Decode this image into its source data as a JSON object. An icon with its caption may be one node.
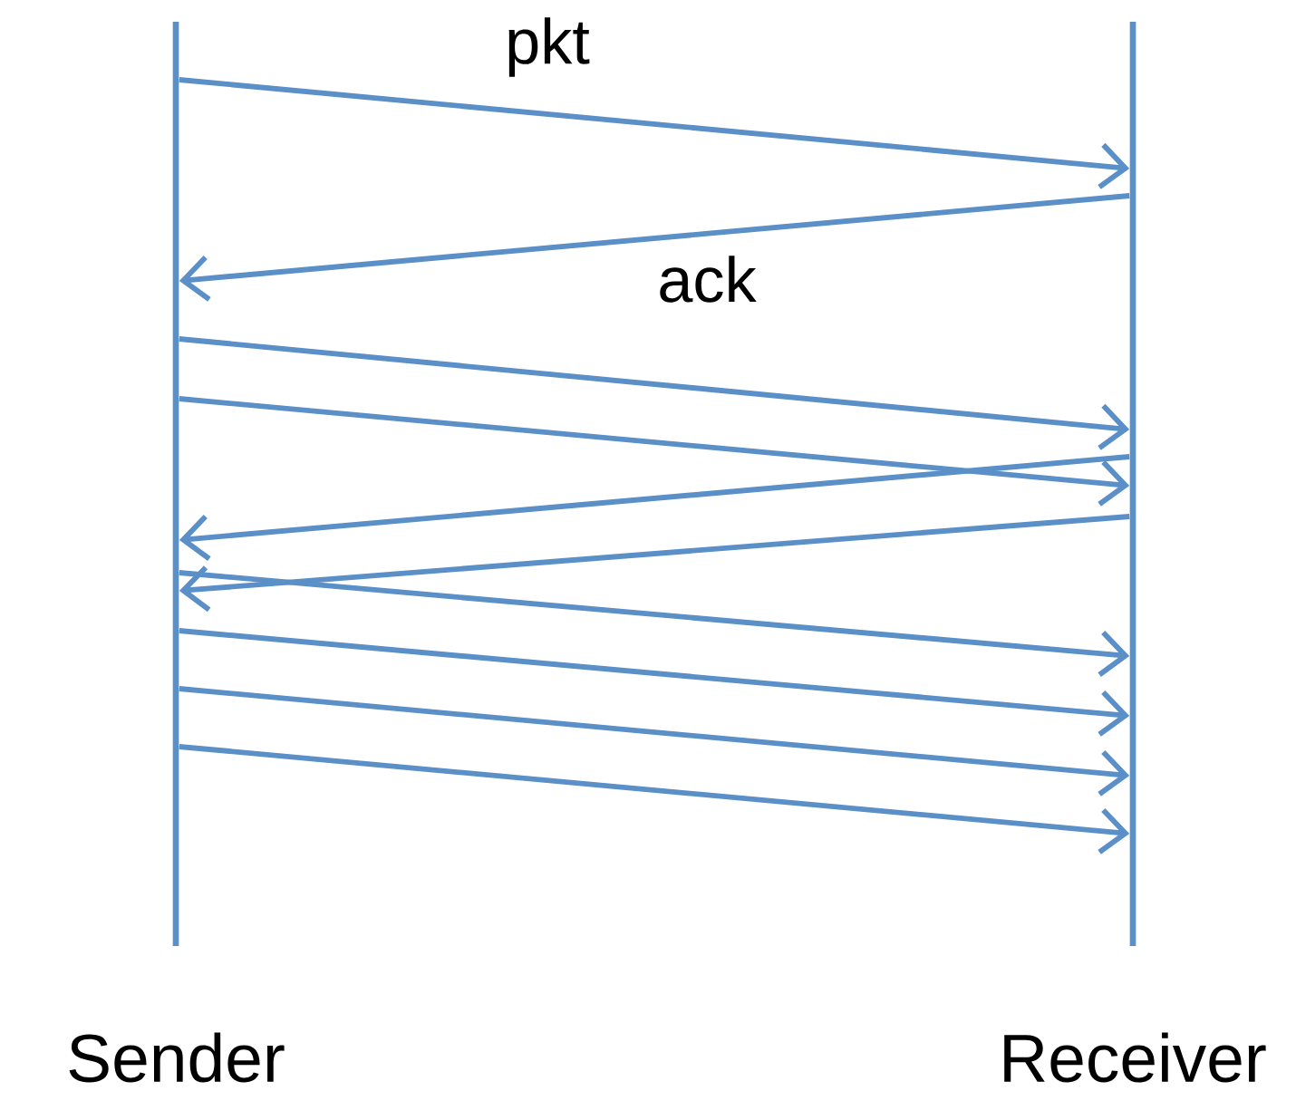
{
  "diagram": {
    "nodes": [
      {
        "text": [
          "Sender"
        ]
      },
      {
        "text": [
          "Receiver"
        ]
      }
    ],
    "edges": [
      {
        "from": 0,
        "to": 1,
        "arrow": "to",
        "label": "pkt"
      },
      {
        "from": 1,
        "to": 0,
        "arrow": "to",
        "label": "ack"
      },
      {
        "from": 0,
        "to": 1,
        "arrow": "to"
      },
      {
        "from": 0,
        "to": 1,
        "arrow": "to"
      },
      {
        "from": 1,
        "to": 0,
        "arrow": "to"
      },
      {
        "from": 1,
        "to": 0,
        "arrow": "to"
      },
      {
        "from": 0,
        "to": 1,
        "arrow": "to"
      },
      {
        "from": 0,
        "to": 1,
        "arrow": "to"
      },
      {
        "from": 0,
        "to": 1,
        "arrow": "to"
      },
      {
        "from": 0,
        "to": 1,
        "arrow": "to"
      }
    ]
  }
}
